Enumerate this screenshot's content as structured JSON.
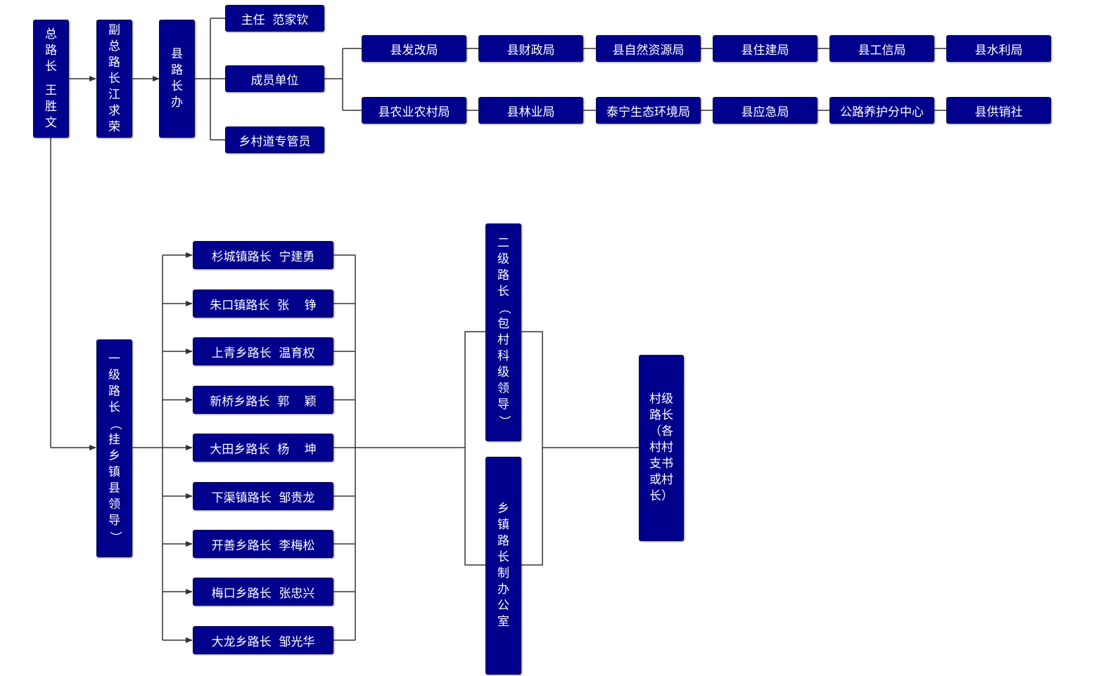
{
  "diagram": {
    "accent_color": "#00008c",
    "line_color": "#333333",
    "top": {
      "chief": "总路长 王胜文",
      "deputy": "副总路长江求荣",
      "office": "县路长办",
      "director": "主任  范家钦",
      "members": "成员单位",
      "village_road": "乡村道专管员",
      "units_row1": [
        "县发改局",
        "县财政局",
        "县自然资源局",
        "县住建局",
        "县工信局",
        "县水利局"
      ],
      "units_row2": [
        "县农业农村局",
        "县林业局",
        "泰宁生态环境局",
        "县应急局",
        "公路养护分中心",
        "县供销社"
      ]
    },
    "level1": "一级路长（挂乡镇县领导）",
    "towns": [
      "杉城镇路长  宁建勇",
      "朱口镇路长  张    铮",
      "上青乡路长  温育权",
      "新桥乡路长  郭    颖",
      "大田乡路长  杨    坤",
      "下渠镇路长  邹贵龙",
      "开善乡路长  李梅松",
      "梅口乡路长  张忠兴",
      "大龙乡路长  邹光华"
    ],
    "level2": "二级路长（包村科级领导）",
    "town_office": "乡镇路长制办公室",
    "village_lines": [
      "村级",
      "路长",
      "（各",
      "村村",
      "支书",
      "或村",
      "长）"
    ]
  }
}
